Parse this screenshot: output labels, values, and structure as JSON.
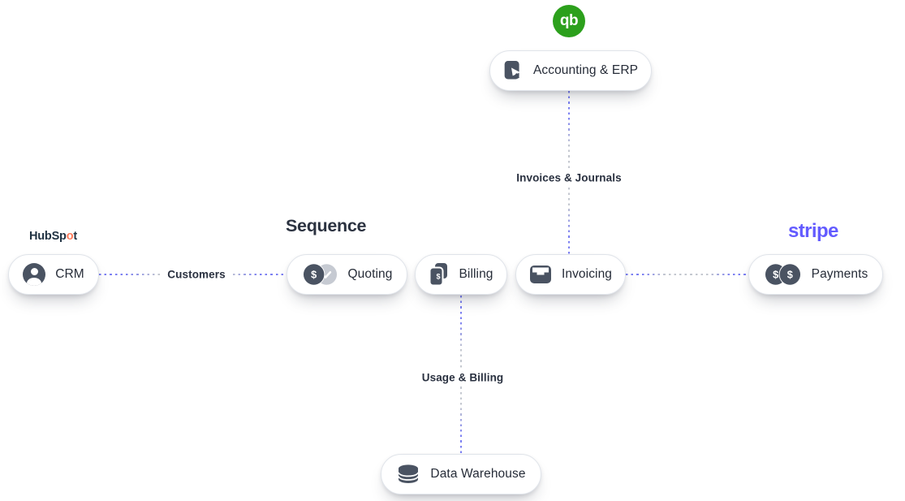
{
  "diagram": {
    "group_title": "Sequence",
    "logos": {
      "quickbooks": {
        "label": "qb",
        "color": "#2ca01c"
      },
      "hubspot": {
        "prefix": "HubSp",
        "o": "o",
        "suffix": "t",
        "text_color": "#213343",
        "accent_color": "#ff7a59"
      },
      "stripe": {
        "label": "stripe",
        "color": "#635bff"
      }
    },
    "nodes": [
      {
        "id": "accounting-erp",
        "label": "Accounting & ERP",
        "icon": "document-cursor-icon"
      },
      {
        "id": "crm",
        "label": "CRM",
        "icon": "user-icon"
      },
      {
        "id": "quoting",
        "label": "Quoting",
        "icon": "coin-check-icon"
      },
      {
        "id": "billing",
        "label": "Billing",
        "icon": "invoice-stack-icon"
      },
      {
        "id": "invoicing",
        "label": "Invoicing",
        "icon": "inbox-icon"
      },
      {
        "id": "payments",
        "label": "Payments",
        "icon": "coins-icon"
      },
      {
        "id": "data-warehouse",
        "label": "Data Warehouse",
        "icon": "database-icon"
      }
    ],
    "connections": [
      {
        "from": "accounting-erp",
        "to": "invoicing",
        "label": "Invoices & Journals",
        "style": "dotted"
      },
      {
        "from": "crm",
        "to": "quoting",
        "label": "Customers",
        "style": "dotted"
      },
      {
        "from": "invoicing",
        "to": "payments",
        "label": "",
        "style": "dotted"
      },
      {
        "from": "billing",
        "to": "data-warehouse",
        "label": "Usage & Billing",
        "style": "dotted"
      }
    ],
    "colors": {
      "background": "#ffffff",
      "node_fill": "#ffffff",
      "node_border": "#e0e4ea",
      "node_text": "#262c38",
      "icon": "#4a5362",
      "line_gray": "#c4c8d0",
      "line_purple": "#7c80f2",
      "label_text": "#2a3140"
    }
  }
}
